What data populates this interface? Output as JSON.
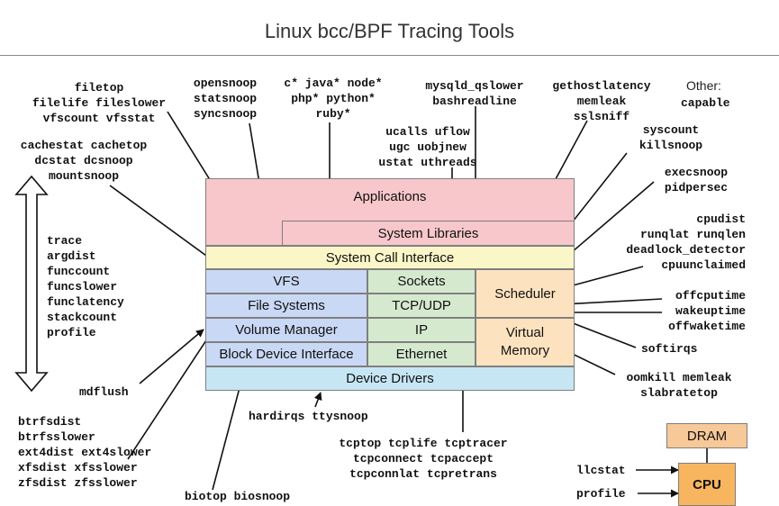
{
  "title": "Linux bcc/BPF Tracing Tools",
  "layers": {
    "applications": "Applications",
    "system_libraries": "System Libraries",
    "syscall_interface": "System Call Interface",
    "vfs": "VFS",
    "file_systems": "File Systems",
    "volume_manager": "Volume Manager",
    "block_device_interface": "Block Device Interface",
    "sockets": "Sockets",
    "tcp_udp": "TCP/UDP",
    "ip": "IP",
    "ethernet": "Ethernet",
    "scheduler": "Scheduler",
    "virtual_memory": "Virtual\nMemory",
    "device_drivers": "Device Drivers",
    "dram": "DRAM",
    "cpu": "CPU"
  },
  "tools": {
    "filetop": "filetop\nfilelife fileslower\nvfscount vfsstat",
    "cachestat": "cachestat cachetop\ndcstat dcsnoop\nmountsnoop",
    "generic": "trace\nargdist\nfunccount\nfuncslower\nfunclatency\nstackcount\nprofile",
    "mdflush": "mdflush",
    "btrfs": "btrfsdist\nbtrfsslower\next4dist ext4slower\nxfsdist xfsslower\nzfsdist zfsslower",
    "biotop": "biotop biosnoop",
    "opensnoop": "opensnoop\nstatsnoop\nsyncsnoop",
    "lang": "c* java* node*\nphp* python*\nruby*",
    "mysqld": "mysqld_qslower\nbashreadline",
    "ucalls": "ucalls uflow\nugc uobjnew\nustat uthreads",
    "gethostlatency": "gethostlatency\nmemleak\nsslsniff",
    "other_label": "Other:",
    "capable": "capable",
    "syscount": "syscount\nkillsnoop",
    "execsnoop": "execsnoop\npidpersec",
    "cpudist": "cpudist\nrunqlat runqlen\ndeadlock_detector\ncpuunclaimed",
    "offcpu": "offcputime\nwakeuptime\noffwaketime",
    "softirqs": "softirqs",
    "oomkill": "oomkill memleak\nslabratetop",
    "hardirqs": "hardirqs ttysnoop",
    "tcptop": "tcptop tcplife tcptracer\ntcpconnect tcpaccept\ntcpconnlat tcpretrans",
    "llcstat": "llcstat",
    "profile": "profile"
  }
}
